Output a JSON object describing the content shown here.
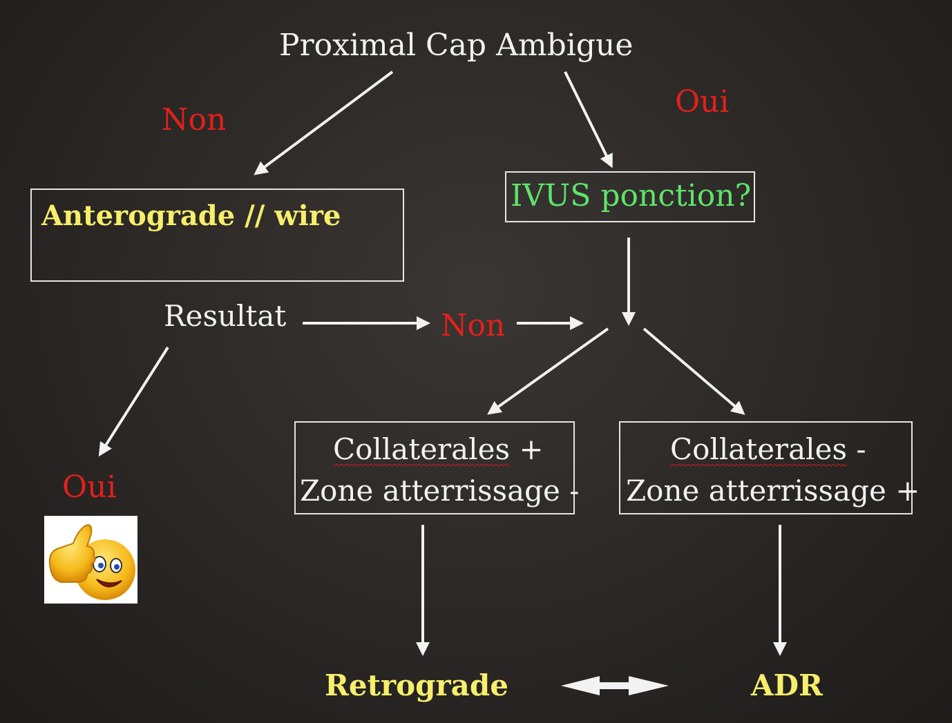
{
  "title": "Proximal Cap Ambigue",
  "branch_left_label": "Non",
  "branch_right_label": "Oui",
  "left_box_label": "Anterograde // wire",
  "right_box_label": "IVUS ponction?",
  "resultat_label": "Resultat",
  "resultat_no_label": "Non",
  "resultat_yes_label": "Oui",
  "option_a": {
    "line1_word": "Collaterales",
    "line1_suffix": " +",
    "line2": "Zone atterrissage -"
  },
  "option_b": {
    "line1_word": "Collaterales",
    "line1_suffix": " -",
    "line2": "Zone atterrissage +"
  },
  "outcome_left": "Retrograde",
  "outcome_right": "ADR",
  "icons": {
    "thumbs_up": "thumbs-up-smiley-icon"
  },
  "colors": {
    "background": "#2a2725",
    "no": "#e3201b",
    "yes": "#e3201b",
    "ivus": "#5fe36a",
    "highlight": "#f7ee6a",
    "lines": "#f2f2f2"
  }
}
